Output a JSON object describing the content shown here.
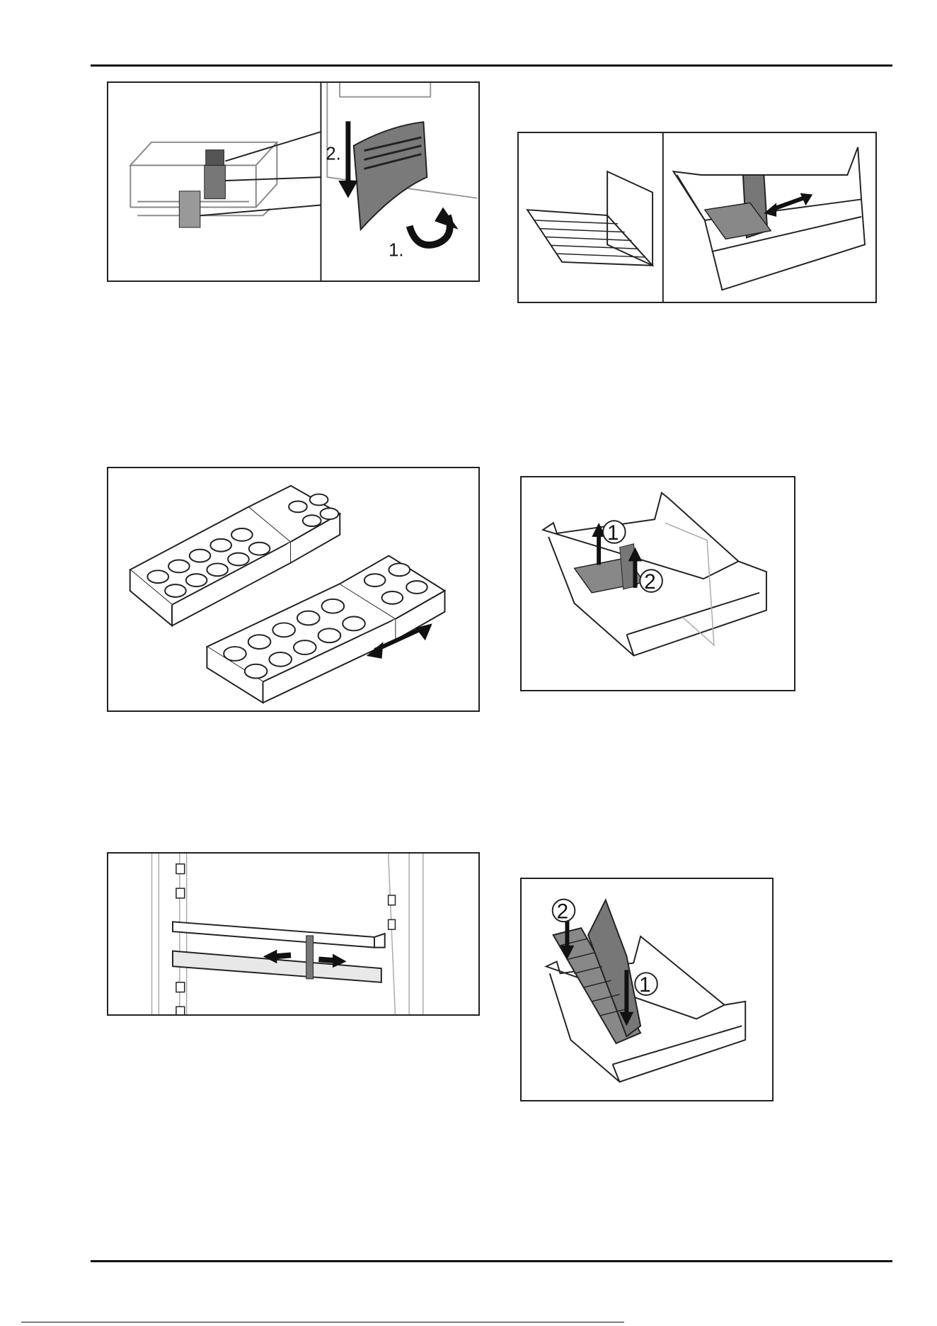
{
  "figures": {
    "flap": {
      "step1": "1.",
      "step2": "2."
    },
    "drawer_remove": {
      "step1": "1",
      "step2": "2"
    },
    "drawer_insert": {
      "step1": "1",
      "step2": "2"
    }
  }
}
